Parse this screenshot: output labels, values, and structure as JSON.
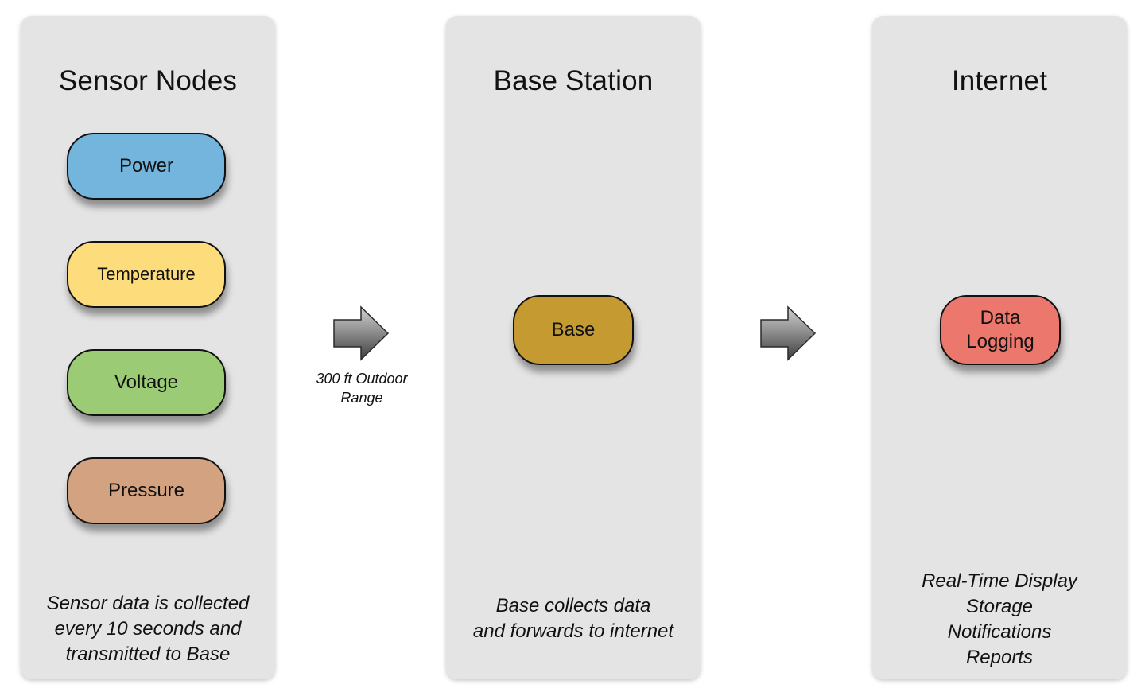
{
  "columns": {
    "sensor_nodes": {
      "title": "Sensor Nodes",
      "nodes": [
        "Power",
        "Temperature",
        "Voltage",
        "Pressure"
      ],
      "caption": "Sensor data is collected\nevery 10 seconds and\ntransmitted to Base"
    },
    "base_station": {
      "title": "Base Station",
      "node": "Base",
      "caption": "Base collects data\nand forwards to internet"
    },
    "internet": {
      "title": "Internet",
      "node": "Data\nLogging",
      "caption": "Real-Time Display\nStorage\nNotifications\nReports"
    }
  },
  "link_label": "300 ft  Outdoor\nRange",
  "colors": {
    "panel_background": "#e4e4e4",
    "power": "#73b5dc",
    "temperature": "#fddc7c",
    "voltage": "#9ccb76",
    "pressure": "#d3a281",
    "base": "#c59a31",
    "data_logging": "#ec776c",
    "arrow": "#6e6e6e"
  },
  "icons": [
    "right-arrow-icon",
    "right-arrow-icon"
  ]
}
